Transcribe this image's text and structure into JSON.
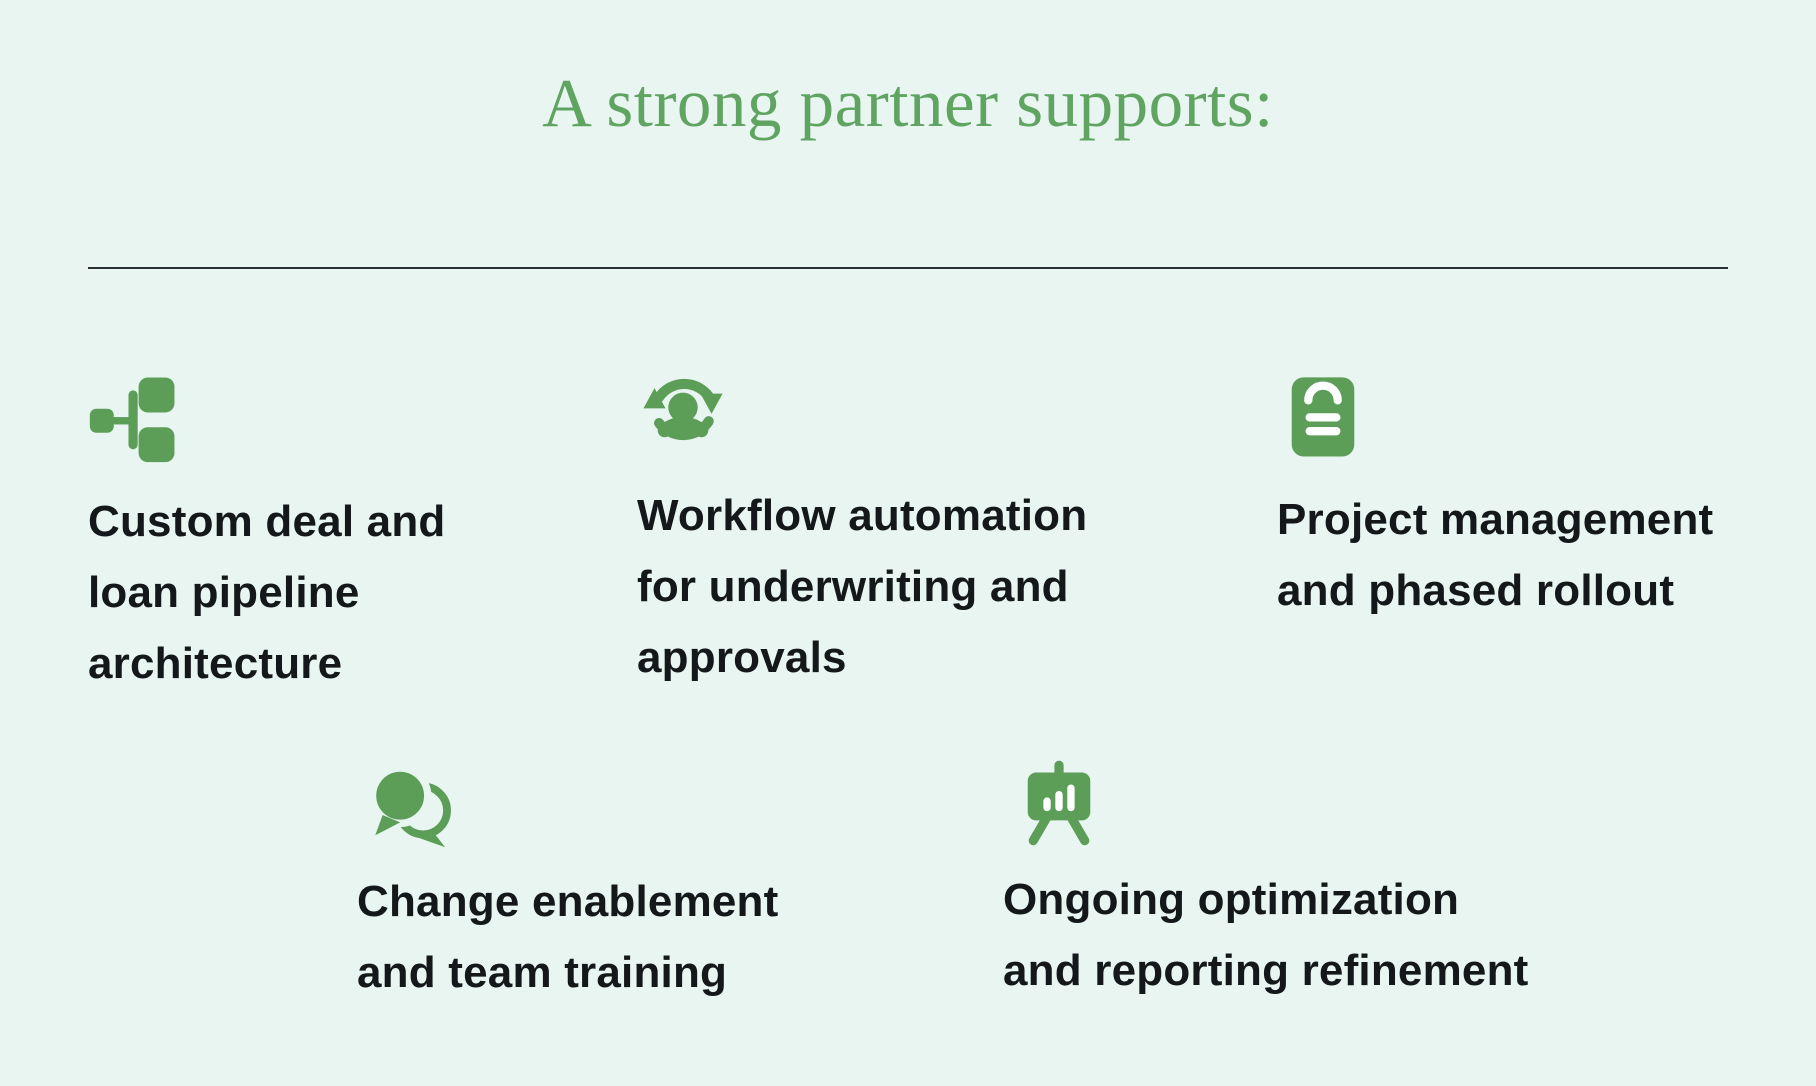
{
  "page": {
    "title": "A strong partner supports:",
    "background_color": "#e9f5f1",
    "icon_color": "#5c9e58",
    "title_color": "#5fa561",
    "text_color": "#14181a"
  },
  "items": [
    {
      "icon": "org-chart-icon",
      "label": "Custom deal and\nloan pipeline\narchitecture"
    },
    {
      "icon": "sync-arrows-user-icon",
      "label": "Workflow automation\nfor underwriting and\napprovals"
    },
    {
      "icon": "clipboard-icon",
      "label": "Project management\nand phased rollout"
    },
    {
      "icon": "chat-bubbles-icon",
      "label": "Change enablement\nand team training"
    },
    {
      "icon": "presentation-chart-icon",
      "label": "Ongoing optimization\nand reporting refinement"
    }
  ]
}
